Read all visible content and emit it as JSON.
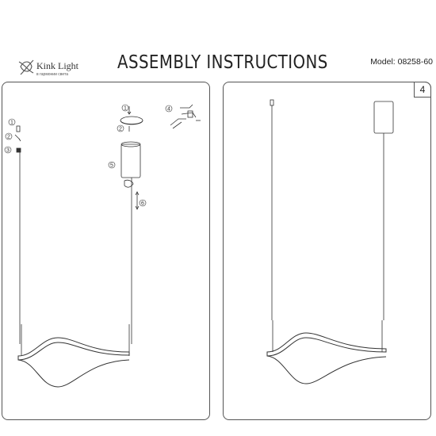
{
  "header": {
    "brand_name": "Kink Light",
    "brand_tagline": "в гармонии света",
    "title": "ASSEMBLY INSTRUCTIONS",
    "model": "Model: 08258-60"
  },
  "page": {
    "number": "4"
  },
  "steps": {
    "s1": "1",
    "s2": "2",
    "s3": "3",
    "s4": "4",
    "s5": "5",
    "s6": "6"
  }
}
